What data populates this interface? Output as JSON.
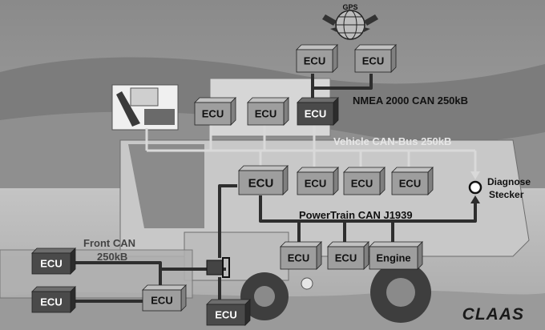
{
  "gps": {
    "label": "GPS"
  },
  "ecu_label": "ECU",
  "engine_label": "Engine",
  "buses": {
    "nmea": "NMEA 2000 CAN 250kB",
    "vehicle": "Vehicle CAN-Bus 250kB",
    "powertrain": "PowerTrain CAN J1939",
    "front_line1": "Front CAN",
    "front_line2": "250kB"
  },
  "diagnose": {
    "line1": "Diagnose",
    "line2": "Stecker"
  },
  "brand": {
    "logo_text": "CLAAS"
  },
  "colors": {
    "ecu_light": "#9e9e9e",
    "ecu_dark": "#4a4a4a",
    "bus_line": "#2e2e2e",
    "bus_light": "#d9d9d9"
  }
}
